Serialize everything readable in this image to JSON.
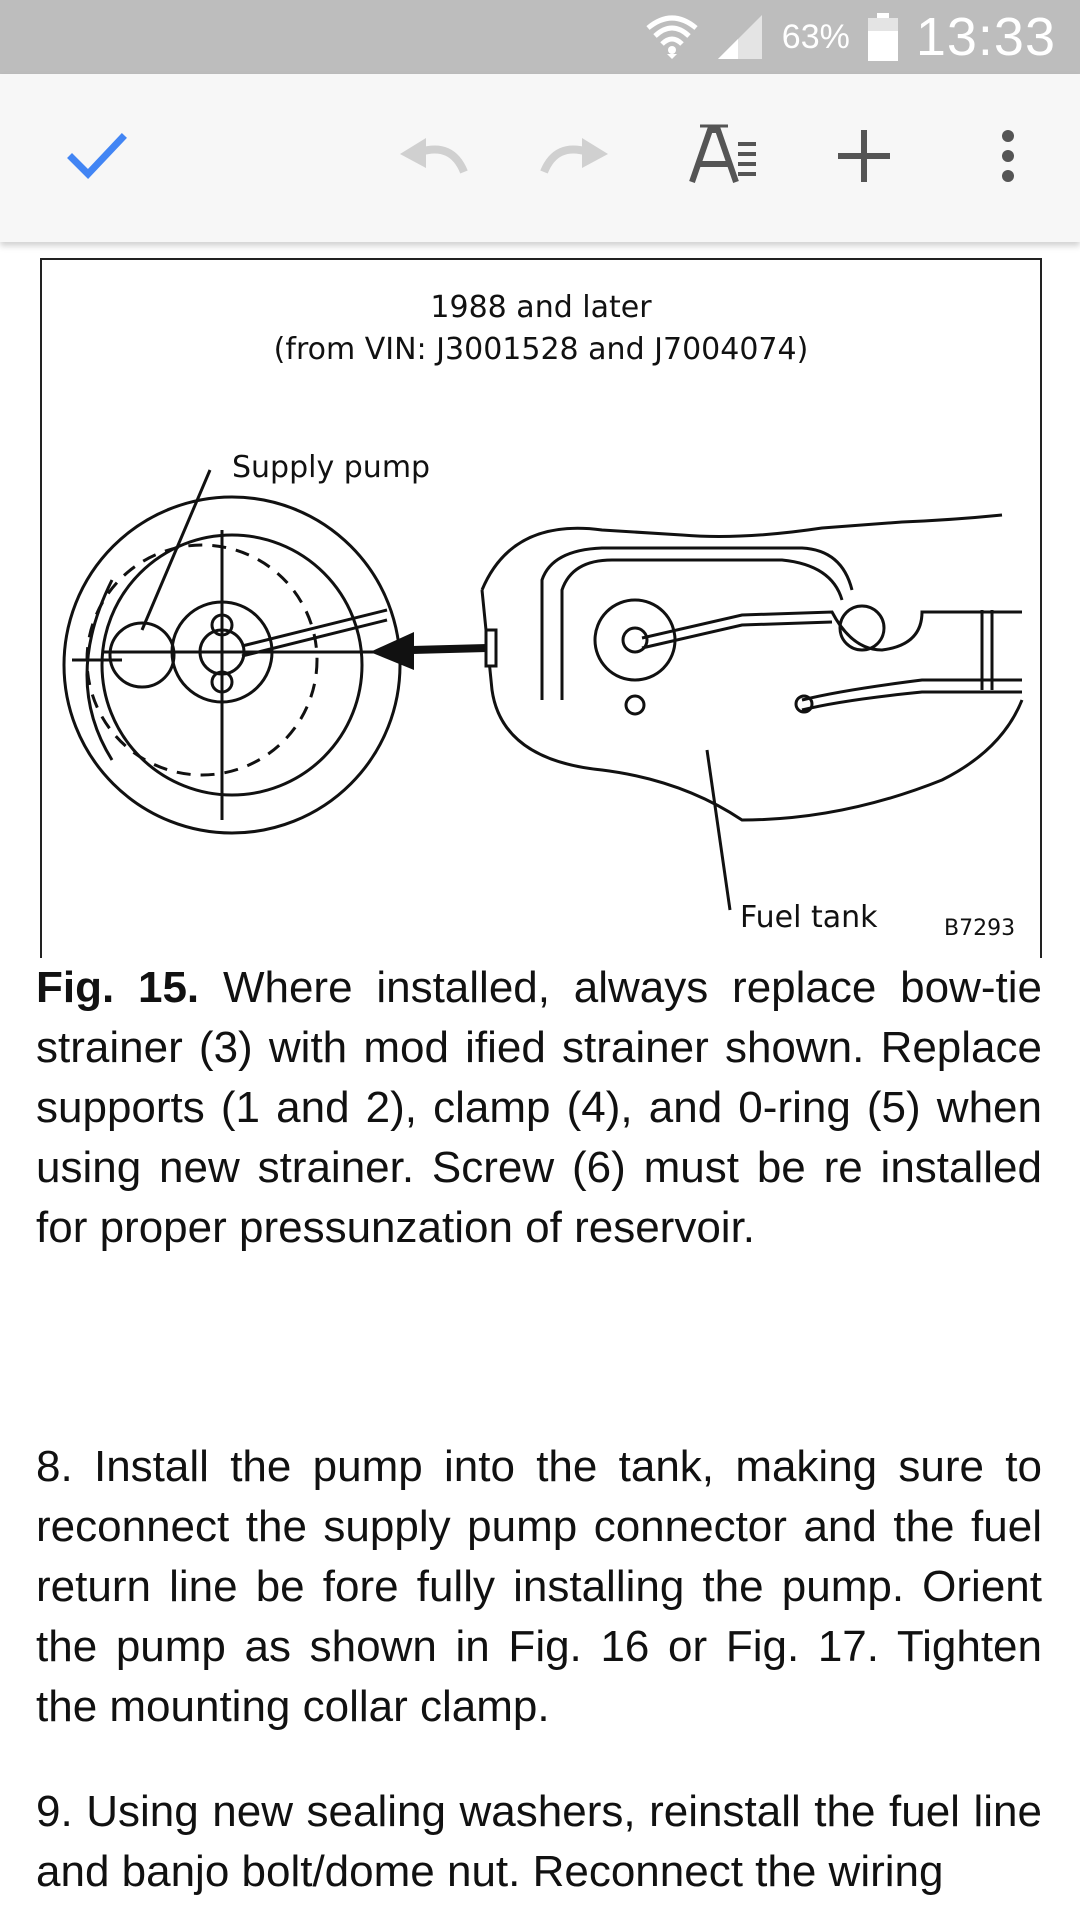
{
  "status_bar": {
    "battery": "63%",
    "time": "13:33",
    "icons": [
      "wifi-icon",
      "signal-icon",
      "battery-icon"
    ]
  },
  "toolbar": {
    "done_icon": "check-icon",
    "undo_icon": "undo-icon",
    "redo_icon": "redo-icon",
    "format_icon": "text-format-icon",
    "insert_icon": "plus-icon",
    "more_icon": "more-vert-icon",
    "accent_color": "#4285f4"
  },
  "figure": {
    "heading_line1": "1988 and later",
    "heading_line2": "(from VIN: J3001528 and J7004074)",
    "label_supply_pump": "Supply pump",
    "label_fuel_tank": "Fuel tank",
    "code": "B7293"
  },
  "document": {
    "caption_label": "Fig. 15.",
    "caption_text": "Where installed, always replace bow-tie strainer (3) with mod ified strainer shown. Replace supports (1 and 2), clamp (4), and 0-ring (5) when using new strainer. Screw (6) must be re installed for proper pressunzation of reservoir.",
    "step8": "8. Install the pump into the tank, making sure to reconnect the supply pump connector and the fuel return line be fore fully installing the pump. Orient the pump as shown in Fig. 16 or Fig. 17. Tighten the mounting collar clamp.",
    "step9": "9. Using new sealing washers, reinstall the fuel line and banjo bolt/dome nut. Reconnect the wiring"
  }
}
